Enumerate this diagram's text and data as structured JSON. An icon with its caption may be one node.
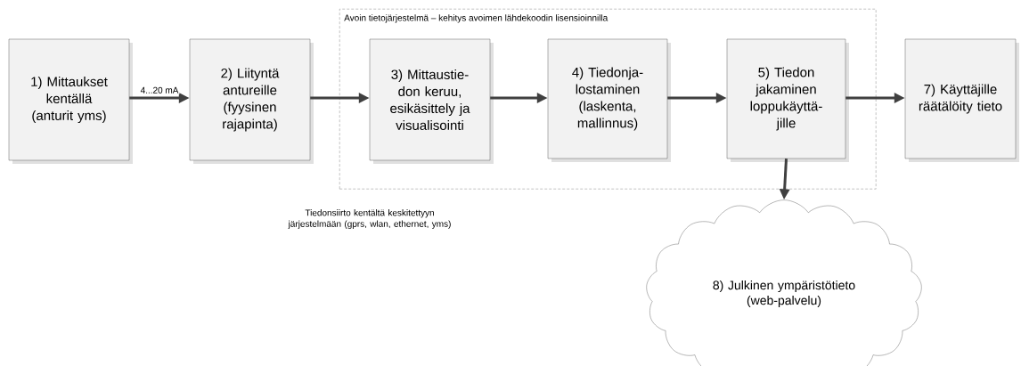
{
  "diagram": {
    "nodes": [
      {
        "text": [
          "Avoin tietojärjestelmä – kehitys avoimen lähdekoodin lisensioinnilla"
        ]
      },
      {
        "text": [
          "1) Mittaukset kentällä (anturit yms)"
        ]
      },
      {
        "text": [
          "2) Liityntä antureille (fyysinen rajapinta)"
        ]
      },
      {
        "text": [
          "3) Mittaustie- don keruu, esikäsittely ja visualisointi"
        ],
        "in": 0
      },
      {
        "text": [
          "4) Tiedonja- lostaminen (laskenta, mallinnus)"
        ],
        "in": 0
      },
      {
        "text": [
          "5) Tiedon jakaminen loppukäyttä- jille"
        ],
        "in": 0
      },
      {
        "text": [
          "7) Käyttäjille räätälöity tieto"
        ]
      },
      {
        "text": [
          "8) Julkinen ympäristötieto (web-palvelu)"
        ]
      }
    ],
    "edges": [
      {
        "from": 1,
        "to": 2,
        "arrow": "to",
        "label": "4...20 mA"
      },
      {
        "from": 2,
        "to": 3,
        "arrow": "to"
      },
      {
        "from": 3,
        "to": 4,
        "arrow": "to"
      },
      {
        "from": 4,
        "to": 5,
        "arrow": "to"
      },
      {
        "from": 5,
        "to": 6,
        "arrow": "to"
      },
      {
        "from": 5,
        "to": 7,
        "arrow": "to"
      }
    ],
    "labels": [
      "Tiedonsiirto kentältä keskitettyyn järjestelmään (gprs, wlan, ethernet, yms)"
    ]
  }
}
